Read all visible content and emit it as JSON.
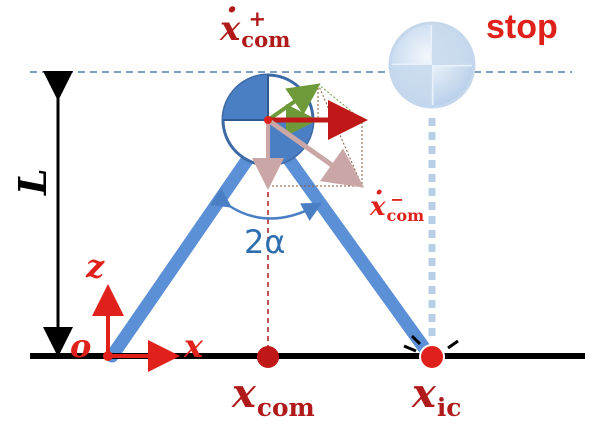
{
  "labels": {
    "stop": "stop",
    "xcom_dot_plus": {
      "base": "x",
      "sub": "com",
      "sup": "+"
    },
    "xcom_dot_minus": {
      "base": "x",
      "sub": "com",
      "sup": "−"
    },
    "L": "L",
    "alpha": "2α",
    "z": "z",
    "o": "o",
    "x": "x",
    "x_com": {
      "base": "x",
      "sub": "com"
    },
    "x_ic": {
      "base": "x",
      "sub": "ic"
    }
  },
  "colors": {
    "leg": "#5b8fd6",
    "ground": "#000000",
    "red": "#e0201a",
    "dark_red": "#b11a1a",
    "green": "#6e9a3a",
    "mass": "#4a7fc4",
    "ghost_mass": "#d8e6f5",
    "dashed_line": "#4f7fb0"
  }
}
